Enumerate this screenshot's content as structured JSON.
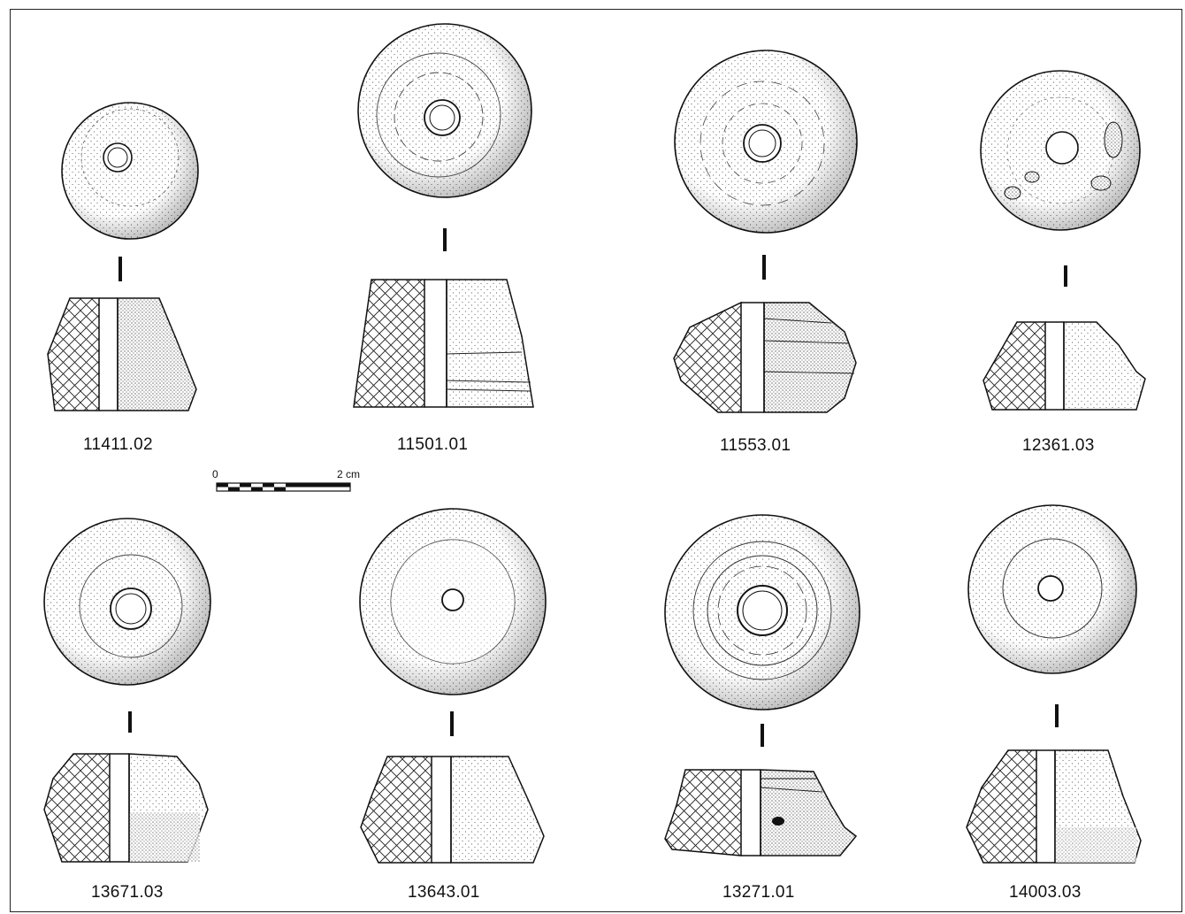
{
  "scale_bar": {
    "start_label": "0",
    "end_label": "2 cm",
    "segments": 6
  },
  "objects": [
    {
      "id": "11411.02"
    },
    {
      "id": "11501.01"
    },
    {
      "id": "11553.01"
    },
    {
      "id": "12361.03"
    },
    {
      "id": "13671.03"
    },
    {
      "id": "13643.01"
    },
    {
      "id": "13271.01"
    },
    {
      "id": "14003.03"
    }
  ]
}
